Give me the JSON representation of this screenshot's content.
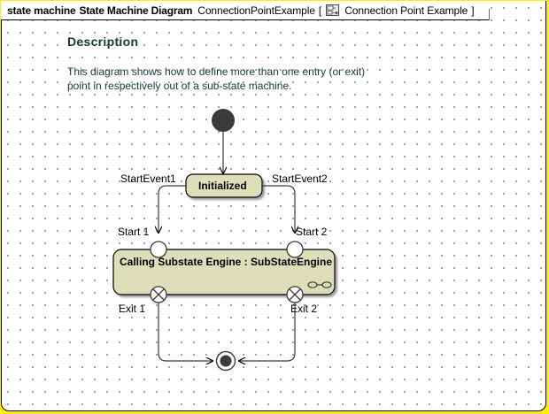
{
  "frame": {
    "border_color": "#fcf000"
  },
  "title_bar": {
    "keyword": "state machine",
    "diagram_type": "State Machine Diagram",
    "diagram_name": "ConnectionPointExample",
    "bracket_open": "[",
    "icon": "state-machine-icon",
    "alias": "Connection Point Example",
    "bracket_close": "]"
  },
  "description": {
    "heading": "Description",
    "body": "This diagram shows how to define more than one entry (or exit) point in respectively out of a sub-state machine."
  },
  "diagram": {
    "initial_state": {
      "name": "initial-state",
      "shape": "filled-circle"
    },
    "final_state": {
      "name": "final-state",
      "shape": "bullseye-circle"
    },
    "states": [
      {
        "id": "initialized",
        "label": "Initialized",
        "fill": "#dedebb",
        "stroke": "#000000"
      },
      {
        "id": "substate-engine",
        "label": "Calling Substate Engine : SubStateEngine",
        "fill": "#dedebb",
        "stroke": "#000000",
        "submachine_indicator": "submachine-icon"
      }
    ],
    "transitions": [
      {
        "id": "start-event-1",
        "label": "StartEvent1"
      },
      {
        "id": "start-event-2",
        "label": "StartEvent2"
      }
    ],
    "entry_points": [
      {
        "id": "start-1",
        "label": "Start 1",
        "shape": "circle"
      },
      {
        "id": "start-2",
        "label": "Start 2",
        "shape": "circle"
      }
    ],
    "exit_points": [
      {
        "id": "exit-1",
        "label": "Exit 1",
        "shape": "circle-x"
      },
      {
        "id": "exit-2",
        "label": "Exit 2",
        "shape": "circle-x"
      }
    ]
  }
}
